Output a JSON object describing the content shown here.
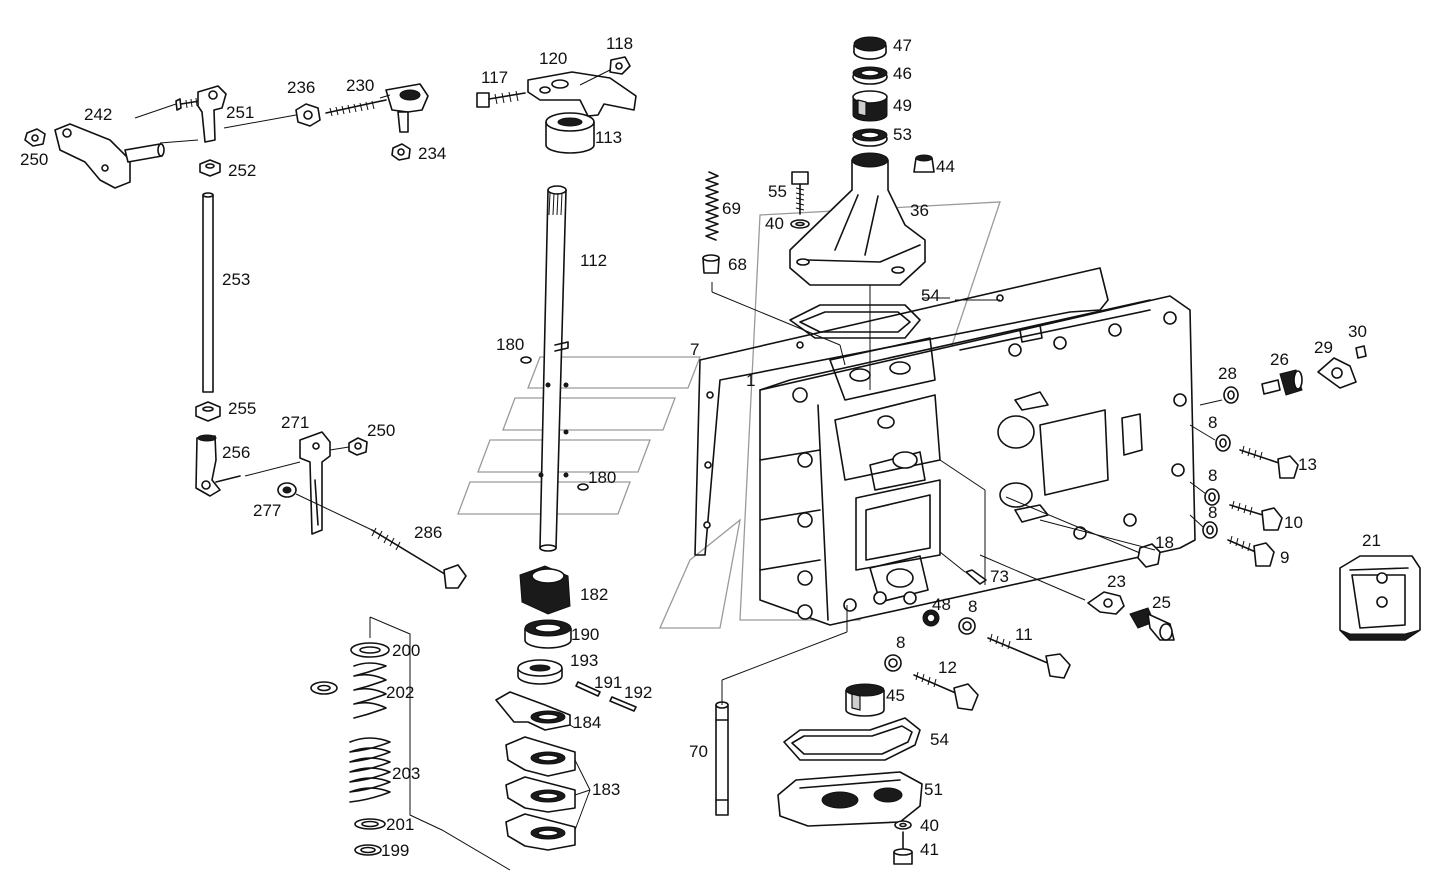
{
  "diagram": {
    "callouts": [
      {
        "id": "c-47",
        "label": "47"
      },
      {
        "id": "c-46",
        "label": "46"
      },
      {
        "id": "c-49",
        "label": "49"
      },
      {
        "id": "c-53",
        "label": "53"
      },
      {
        "id": "c-44",
        "label": "44"
      },
      {
        "id": "c-36",
        "label": "36"
      },
      {
        "id": "c-55",
        "label": "55"
      },
      {
        "id": "c-40a",
        "label": "40"
      },
      {
        "id": "c-69",
        "label": "69"
      },
      {
        "id": "c-68",
        "label": "68"
      },
      {
        "id": "c-54a",
        "label": "54"
      },
      {
        "id": "c-7",
        "label": "7"
      },
      {
        "id": "c-1",
        "label": "1"
      },
      {
        "id": "c-118",
        "label": "118"
      },
      {
        "id": "c-120",
        "label": "120"
      },
      {
        "id": "c-117",
        "label": "117"
      },
      {
        "id": "c-113",
        "label": "113"
      },
      {
        "id": "c-112",
        "label": "112"
      },
      {
        "id": "c-180a",
        "label": "180"
      },
      {
        "id": "c-180b",
        "label": "180"
      },
      {
        "id": "c-182",
        "label": "182"
      },
      {
        "id": "c-190",
        "label": "190"
      },
      {
        "id": "c-193",
        "label": "193"
      },
      {
        "id": "c-191",
        "label": "191"
      },
      {
        "id": "c-192",
        "label": "192"
      },
      {
        "id": "c-184",
        "label": "184"
      },
      {
        "id": "c-183",
        "label": "183"
      },
      {
        "id": "c-242",
        "label": "242"
      },
      {
        "id": "c-251",
        "label": "251"
      },
      {
        "id": "c-236",
        "label": "236"
      },
      {
        "id": "c-230",
        "label": "230"
      },
      {
        "id": "c-234",
        "label": "234"
      },
      {
        "id": "c-250a",
        "label": "250"
      },
      {
        "id": "c-252",
        "label": "252"
      },
      {
        "id": "c-253",
        "label": "253"
      },
      {
        "id": "c-255",
        "label": "255"
      },
      {
        "id": "c-256",
        "label": "256"
      },
      {
        "id": "c-271",
        "label": "271"
      },
      {
        "id": "c-250b",
        "label": "250"
      },
      {
        "id": "c-277",
        "label": "277"
      },
      {
        "id": "c-286",
        "label": "286"
      },
      {
        "id": "c-200",
        "label": "200"
      },
      {
        "id": "c-202",
        "label": "202"
      },
      {
        "id": "c-203",
        "label": "203"
      },
      {
        "id": "c-201",
        "label": "201"
      },
      {
        "id": "c-199",
        "label": "199"
      },
      {
        "id": "c-28",
        "label": "28"
      },
      {
        "id": "c-26",
        "label": "26"
      },
      {
        "id": "c-29",
        "label": "29"
      },
      {
        "id": "c-30",
        "label": "30"
      },
      {
        "id": "c-8a",
        "label": "8"
      },
      {
        "id": "c-13",
        "label": "13"
      },
      {
        "id": "c-8b",
        "label": "8"
      },
      {
        "id": "c-10",
        "label": "10"
      },
      {
        "id": "c-8c",
        "label": "8"
      },
      {
        "id": "c-9",
        "label": "9"
      },
      {
        "id": "c-18",
        "label": "18"
      },
      {
        "id": "c-21",
        "label": "21"
      },
      {
        "id": "c-23",
        "label": "23"
      },
      {
        "id": "c-25",
        "label": "25"
      },
      {
        "id": "c-73",
        "label": "73"
      },
      {
        "id": "c-48",
        "label": "48"
      },
      {
        "id": "c-8d",
        "label": "8"
      },
      {
        "id": "c-11",
        "label": "11"
      },
      {
        "id": "c-8e",
        "label": "8"
      },
      {
        "id": "c-12",
        "label": "12"
      },
      {
        "id": "c-45",
        "label": "45"
      },
      {
        "id": "c-54b",
        "label": "54"
      },
      {
        "id": "c-70",
        "label": "70"
      },
      {
        "id": "c-51",
        "label": "51"
      },
      {
        "id": "c-40b",
        "label": "40"
      },
      {
        "id": "c-41",
        "label": "41"
      }
    ]
  }
}
